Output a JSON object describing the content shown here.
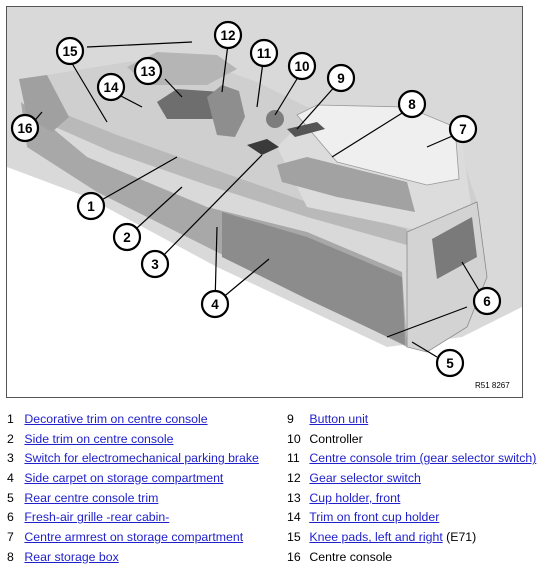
{
  "figure": {
    "reference_code": "R51 8267",
    "callouts": [
      "1",
      "2",
      "3",
      "4",
      "5",
      "6",
      "7",
      "8",
      "9",
      "10",
      "11",
      "12",
      "13",
      "14",
      "15",
      "16"
    ]
  },
  "legend": {
    "left": [
      {
        "number": "1",
        "text": "Decorative trim on centre console",
        "linked": true
      },
      {
        "number": "2",
        "text": "Side trim on centre console",
        "linked": true
      },
      {
        "number": "3",
        "text": "Switch for electromechanical parking brake",
        "linked": true
      },
      {
        "number": "4",
        "text": "Side carpet on storage compartment",
        "linked": true
      },
      {
        "number": "5",
        "text": "Rear centre console trim",
        "linked": true
      },
      {
        "number": "6",
        "text": "Fresh-air grille -rear cabin-",
        "linked": true
      },
      {
        "number": "7",
        "text": "Centre armrest on storage compartment",
        "linked": true
      },
      {
        "number": "8",
        "text": "Rear storage box",
        "linked": true
      }
    ],
    "right": [
      {
        "number": "9",
        "text": "Button unit",
        "linked": true
      },
      {
        "number": "10",
        "text": "Controller",
        "linked": false
      },
      {
        "number": "11",
        "text": "Centre console trim (gear selector switch)",
        "linked": true
      },
      {
        "number": "12",
        "text": "Gear selector switch",
        "linked": true
      },
      {
        "number": "13",
        "text": "Cup holder, front",
        "linked": true
      },
      {
        "number": "14",
        "text": "Trim on front cup holder",
        "linked": true
      },
      {
        "number": "15",
        "text": "Knee pads, left and right",
        "linked": true,
        "suffix": " (E71)"
      },
      {
        "number": "16",
        "text": "Centre console",
        "linked": false
      }
    ]
  },
  "colors": {
    "link": "#1f1fcc",
    "console_light": "#e6e6e6",
    "console_mid": "#c9c9c9",
    "console_dark": "#8a8a8a",
    "background_shade": "#d4d4d4"
  }
}
